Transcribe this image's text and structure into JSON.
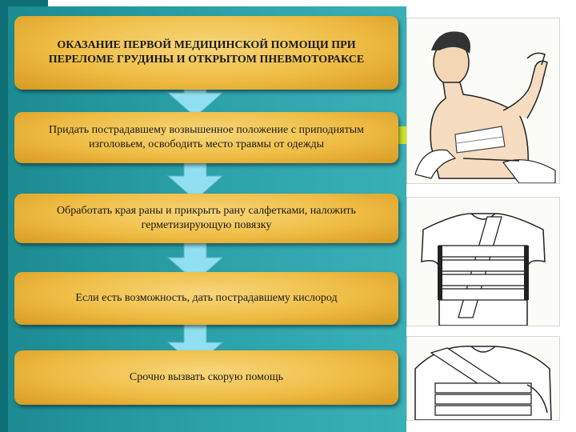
{
  "steps": {
    "title": "ОКАЗАНИЕ ПЕРВОЙ МЕДИЦИНСКОЙ ПОМОЩИ ПРИ ПЕРЕЛОМЕ ГРУДИНЫ И ОТКРЫТОМ ПНЕВМОТОРАКСЕ",
    "step1": "Придать пострадавшему возвышенное положение с приподнятым изголовьем, освободить место травмы от одежды",
    "step2": "Обработать края раны и прикрыть рану салфетками, наложить герметизирующую повязку",
    "step3": "Если есть возможность, дать пострадавшему кислород",
    "step4": "Срочно вызвать скорую помощь"
  },
  "colors": {
    "box": "#efbd45",
    "arrow": "#8fdff0",
    "panel": "#2ca3aa",
    "strip": "#0d6e74",
    "accent": "#cde02a"
  },
  "illustrations": [
    "patient-raising-arm-illustration",
    "chest-bandage-front-illustration",
    "chest-bandage-wrap-illustration"
  ]
}
